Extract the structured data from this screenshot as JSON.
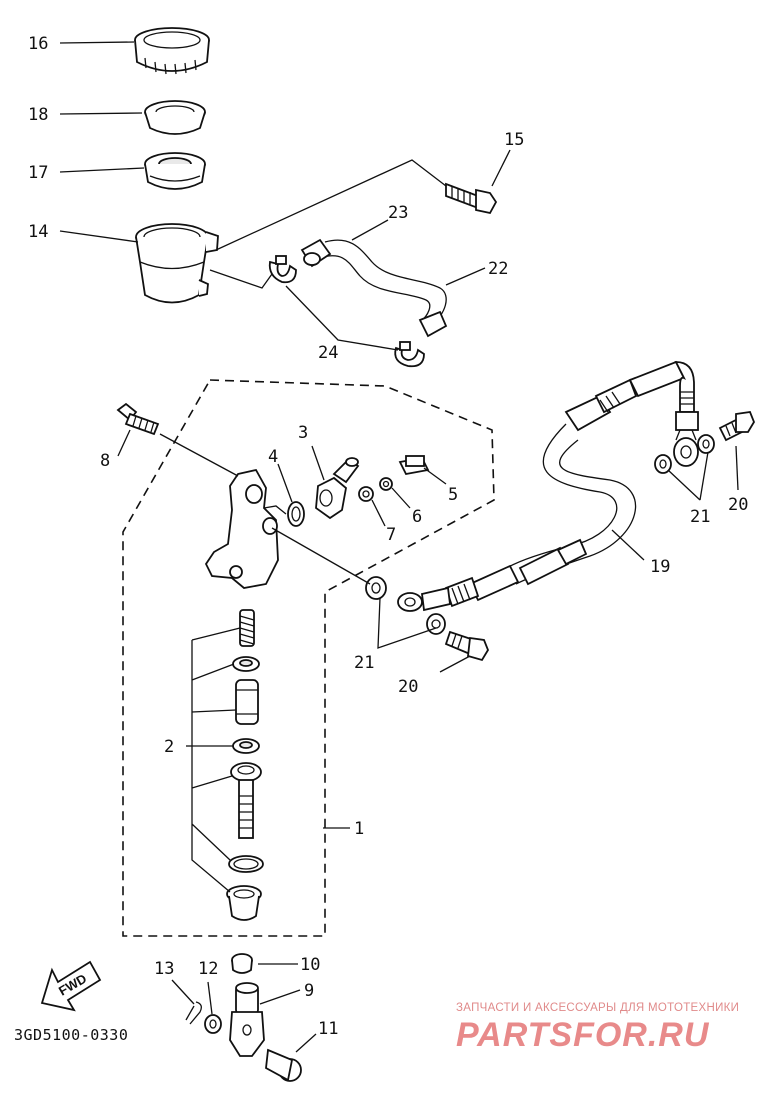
{
  "diagram": {
    "part_number_labels": {
      "p1": "1",
      "p2": "2",
      "p3": "3",
      "p4": "4",
      "p5": "5",
      "p6": "6",
      "p7": "7",
      "p8": "8",
      "p9": "9",
      "p10": "10",
      "p11": "11",
      "p12": "12",
      "p13": "13",
      "p14": "14",
      "p15": "15",
      "p16": "16",
      "p17": "17",
      "p18": "18",
      "p19": "19",
      "p20": "20",
      "p21": "21",
      "p22": "22",
      "p23": "23",
      "p24": "24"
    },
    "drawing_code": "3GD5100-0330",
    "direction_arrow": "FWD",
    "icon": "fwd-arrow-icon"
  },
  "watermark": {
    "tagline": "ЗАПЧАСТИ И АКСЕССУАРЫ ДЛЯ МОТОТЕХНИКИ",
    "brand": "PARTSFOR.RU",
    "color": "#e88a8a"
  }
}
